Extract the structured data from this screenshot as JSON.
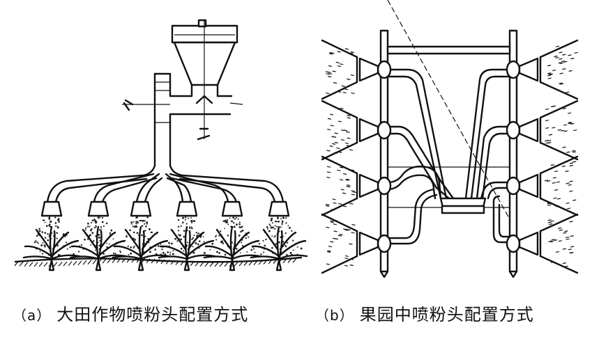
{
  "figure": {
    "panel_a": {
      "label": "（a）",
      "caption": "大田作物喷粉头配置方式",
      "nozzle_count": 6,
      "plant_count": 6
    },
    "panel_b": {
      "label": "（b）",
      "caption": "果园中喷粉头配置方式",
      "nozzles_per_side": 4
    },
    "colors": {
      "ink": "#111111",
      "background": "#ffffff"
    }
  }
}
